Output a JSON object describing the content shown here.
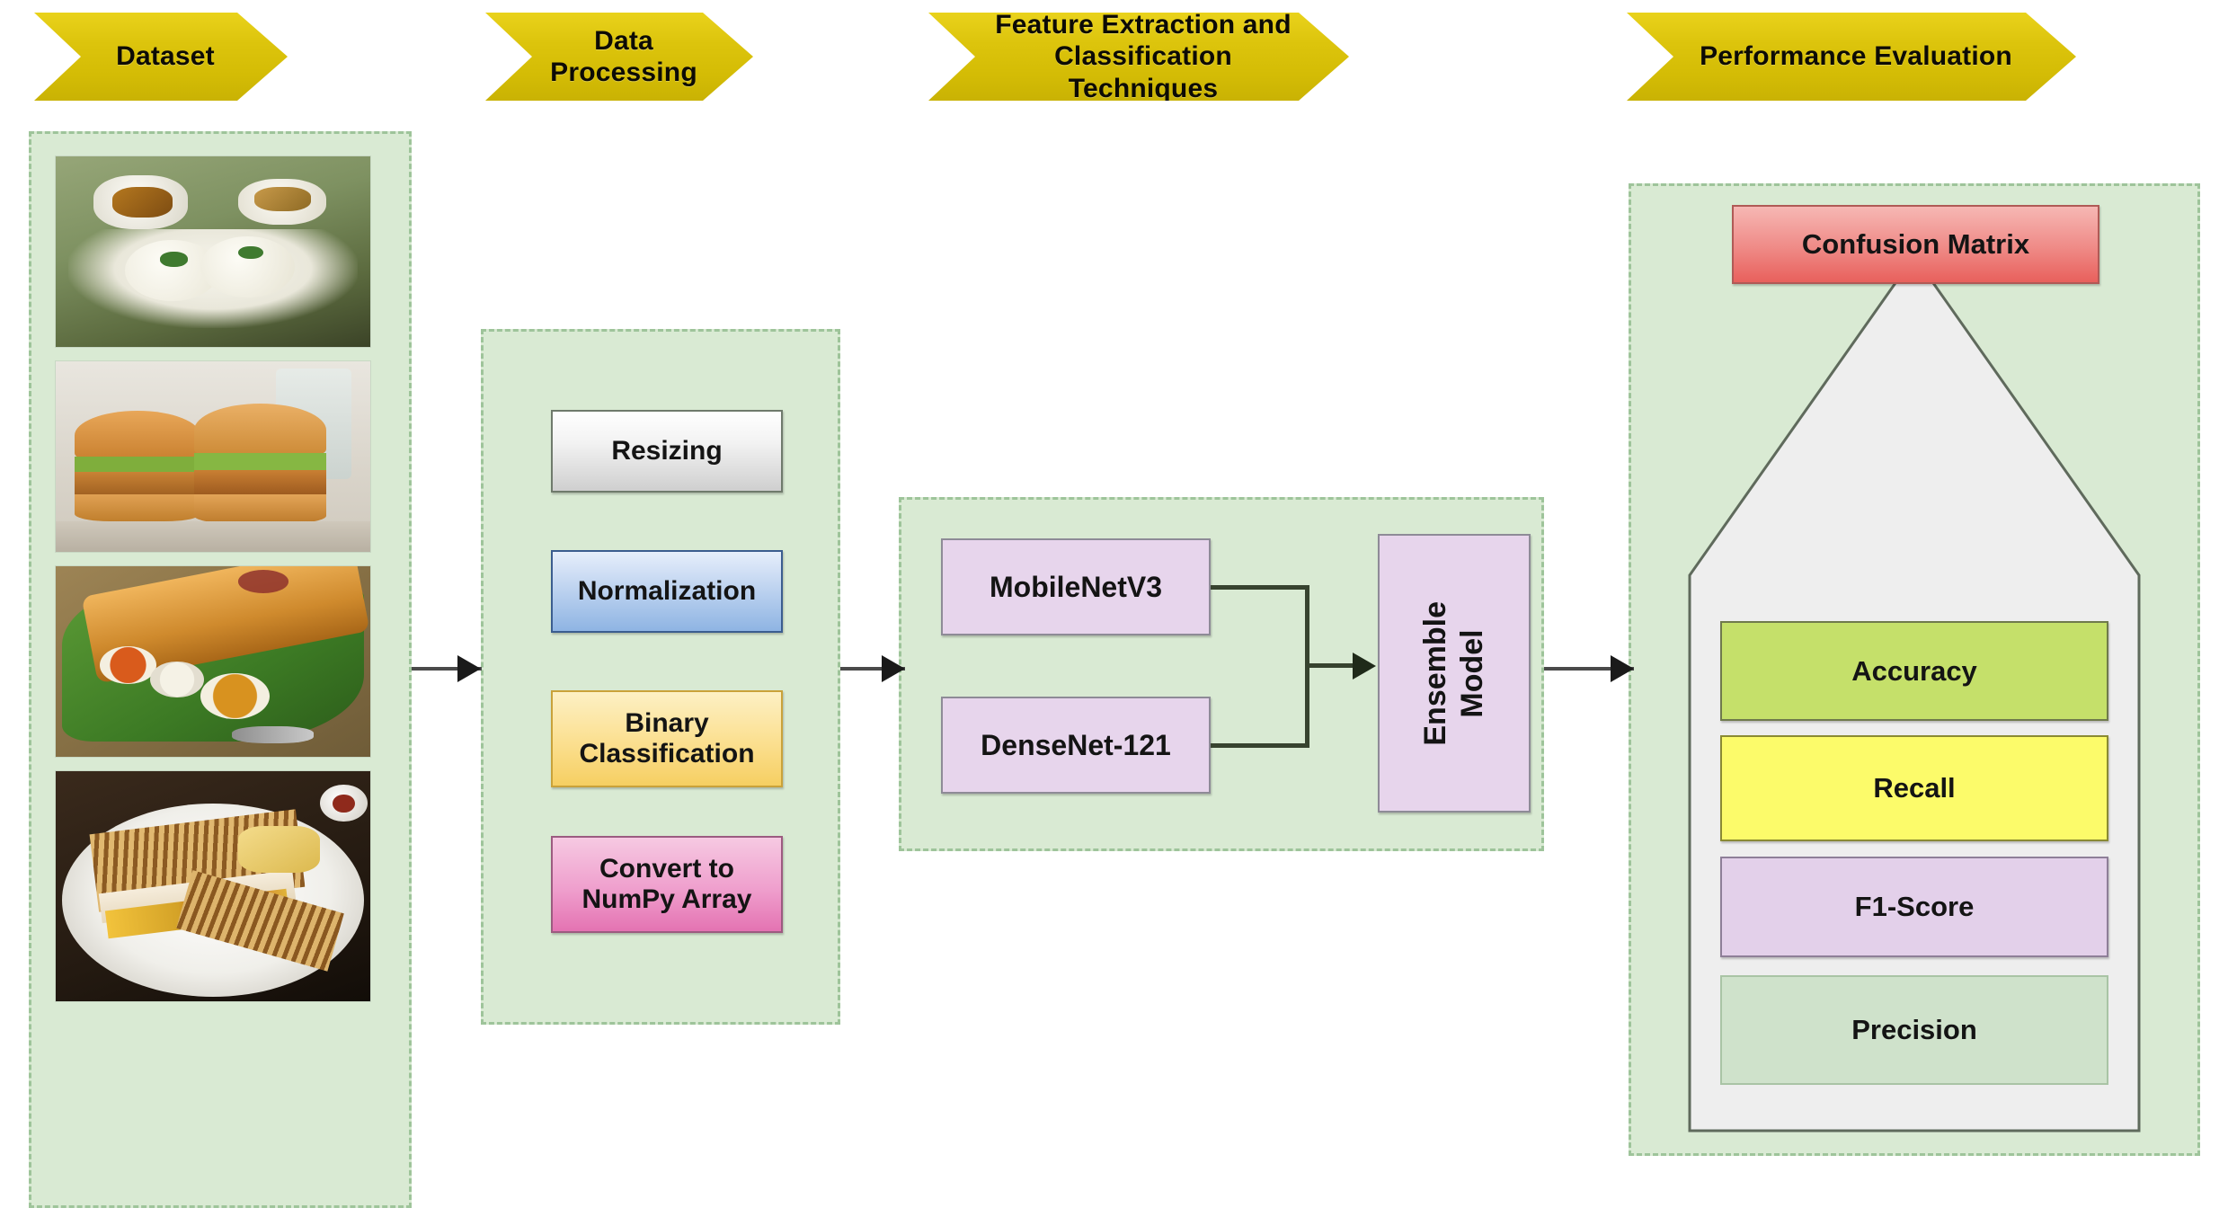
{
  "header": {
    "stages": [
      {
        "label": "Dataset"
      },
      {
        "label": "Data Processing"
      },
      {
        "label": "Feature Extraction and\nClassification Techniques"
      },
      {
        "label": "Performance Evaluation"
      }
    ]
  },
  "dataset": {
    "panel_label": "Dataset",
    "images": [
      {
        "alt": "idli-with-chutney-and-sambar"
      },
      {
        "alt": "vada-pav-burgers"
      },
      {
        "alt": "dosa-on-banana-leaf-with-chutneys"
      },
      {
        "alt": "grilled-club-sandwich-on-plate"
      }
    ]
  },
  "data_processing": {
    "steps": [
      {
        "label": "Resizing",
        "color": "#cfcfcf"
      },
      {
        "label": "Normalization",
        "color": "#8fb4e3"
      },
      {
        "label": "Binary\nClassification",
        "color": "#f6cf62"
      },
      {
        "label": "Convert to\nNumPy Array",
        "color": "#e473b2"
      }
    ]
  },
  "feature_extraction": {
    "models": [
      {
        "label": "MobileNetV3",
        "color": "#e7d5ec"
      },
      {
        "label": "DenseNet-121",
        "color": "#e7d5ec"
      }
    ],
    "ensemble": {
      "label": "Ensemble\nModel",
      "color": "#e7d5ec"
    }
  },
  "performance_evaluation": {
    "top": {
      "label": "Confusion Matrix",
      "color": "#e8605c"
    },
    "metrics": [
      {
        "label": "Accuracy",
        "color": "#c5e06a"
      },
      {
        "label": "Recall",
        "color": "#fcfb6a"
      },
      {
        "label": "F1-Score",
        "color": "#e3d0ea"
      },
      {
        "label": "Precision",
        "color": "#cfe2cb"
      }
    ]
  },
  "flow_arrows": [
    {
      "from": "dataset",
      "to": "data-processing"
    },
    {
      "from": "data-processing",
      "to": "feature-extraction"
    },
    {
      "from": "feature-extraction",
      "to": "performance-evaluation"
    }
  ],
  "colors": {
    "chevron": "#d9c209",
    "panel_fill": "#d9ead3",
    "panel_border": "#9ec49a",
    "arrow": "#1a1a1a",
    "merge_connector": "#37432f",
    "house_fill": "#eeeeee"
  }
}
